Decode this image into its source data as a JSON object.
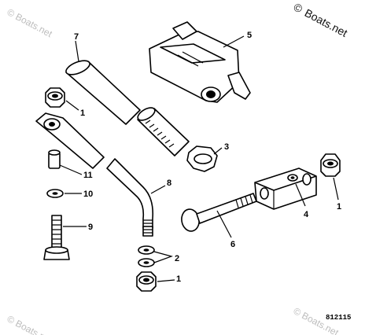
{
  "watermark": {
    "copyright_symbol": "©",
    "brand": "Boats.net",
    "faded_text": "© Boats.net"
  },
  "figure_number": "812115",
  "callouts": [
    {
      "id": "c7",
      "label": "7"
    },
    {
      "id": "c5",
      "label": "5"
    },
    {
      "id": "c1a",
      "label": "1"
    },
    {
      "id": "c3",
      "label": "3"
    },
    {
      "id": "c11",
      "label": "11"
    },
    {
      "id": "c10",
      "label": "10"
    },
    {
      "id": "c8",
      "label": "8"
    },
    {
      "id": "c9",
      "label": "9"
    },
    {
      "id": "c4",
      "label": "4"
    },
    {
      "id": "c1b",
      "label": "1"
    },
    {
      "id": "c6",
      "label": "6"
    },
    {
      "id": "c2",
      "label": "2"
    },
    {
      "id": "c1c",
      "label": "1"
    }
  ]
}
